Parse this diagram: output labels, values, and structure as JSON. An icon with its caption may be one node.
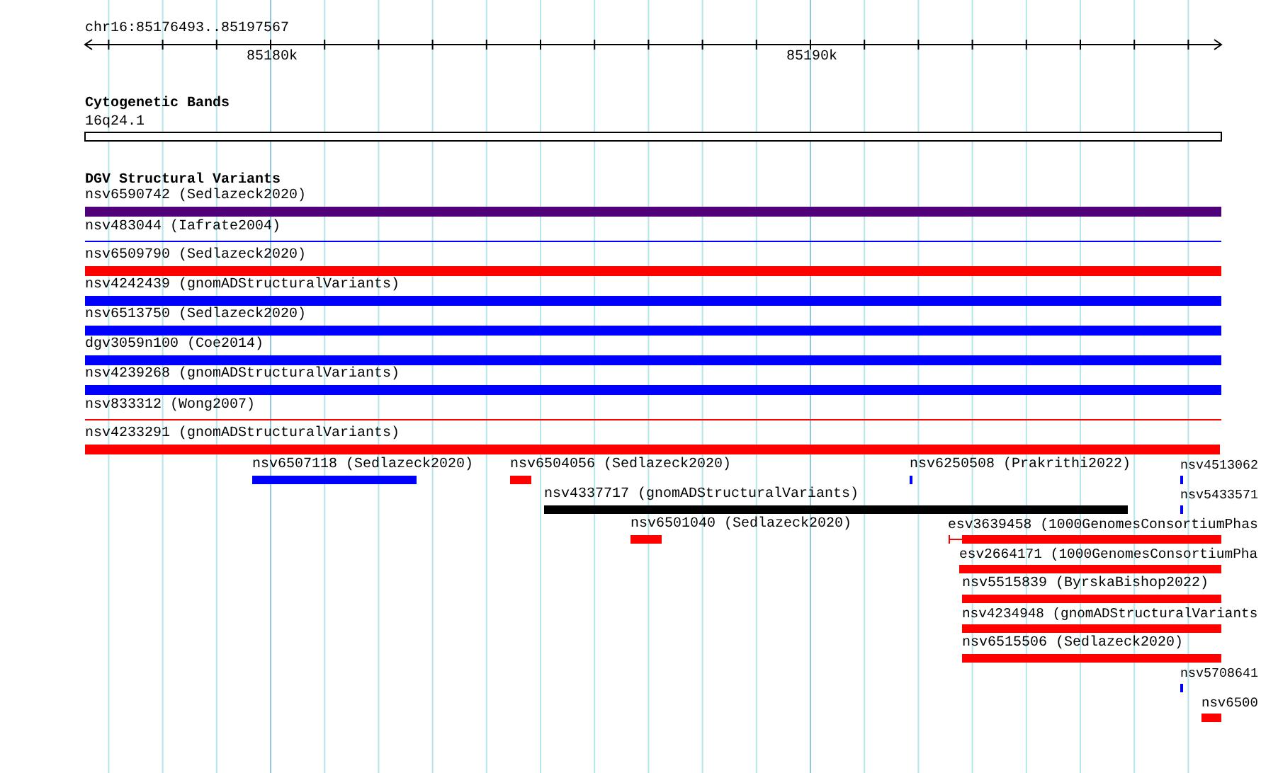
{
  "diagram": {
    "labels": [
      "chr16:85176493..85197567",
      "85180k",
      "85190k",
      "Cytogenetic Bands",
      "16q24.1",
      "DGV Structural Variants",
      "nsv6590742 (Sedlazeck2020)",
      "nsv483044 (Iafrate2004)",
      "nsv6509790 (Sedlazeck2020)",
      "nsv4242439 (gnomADStructuralVariants)",
      "nsv6513750 (Sedlazeck2020)",
      "dgv3059n100 (Coe2014)",
      "nsv4239268 (gnomADStructuralVariants)",
      "nsv833312 (Wong2007)",
      "nsv4233291 (gnomADStructuralVariants)",
      "nsv6507118 (Sedlazeck2020)",
      "nsv6504056 (Sedlazeck2020)",
      "nsv6250508 (Prakrithi2022)",
      "nsv4513062",
      "nsv4337717 (gnomADStructuralVariants)",
      "nsv5433571",
      "nsv6501040 (Sedlazeck2020)",
      "esv3639458 (1000GenomesConsortiumPhas",
      "esv2664171 (1000GenomesConsortiumPha",
      "nsv5515839 (ByrskaBishop2022)",
      "nsv4234948 (gnomADStructuralVariants",
      "nsv6515506 (Sedlazeck2020)",
      "nsv5708641",
      "nsv6500"
    ]
  }
}
